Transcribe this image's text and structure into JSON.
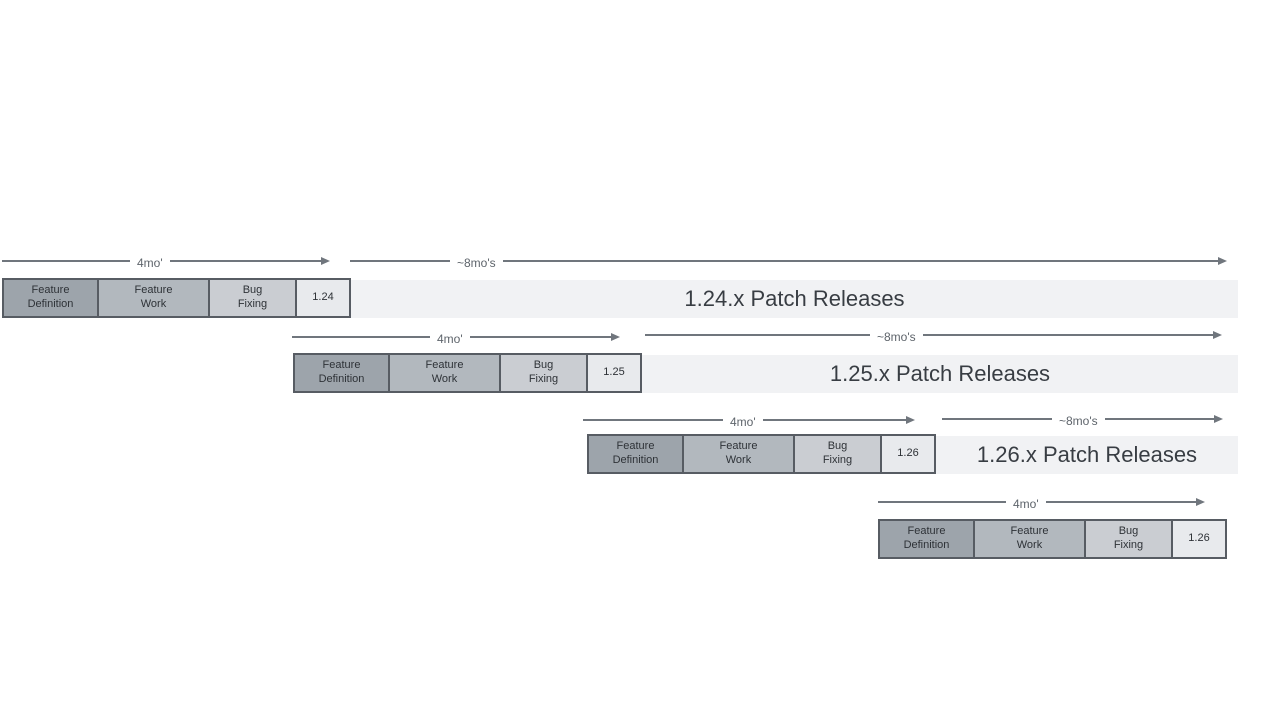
{
  "diagram": {
    "title": "release-cadence-diagram",
    "arrows": {
      "cycle_label": "4mo'",
      "patch_label": "~8mo's"
    },
    "phases": {
      "feature_definition": "Feature\nDefinition",
      "feature_work": "Feature\nWork",
      "bug_fixing": "Bug\nFixing"
    },
    "rows": [
      {
        "version": "1.24",
        "patch_text": "1.24.x Patch Releases"
      },
      {
        "version": "1.25",
        "patch_text": "1.25.x Patch Releases"
      },
      {
        "version": "1.26",
        "patch_text": "1.26.x Patch Releases"
      },
      {
        "version": "1.26",
        "patch_text": ""
      }
    ],
    "colors": {
      "feature_definition_fill": "#9da4ab",
      "feature_work_fill": "#b2b8be",
      "bug_fixing_fill": "#cacdd2",
      "version_fill": "#e8eaed",
      "box_border": "#575c63",
      "patch_bar_fill": "#f1f2f4",
      "arrow": "#70767d",
      "arrow_label_text": "#5e646b",
      "phase_text": "#2e3237",
      "patch_text": "#383d43",
      "background": "#ffffff"
    }
  }
}
